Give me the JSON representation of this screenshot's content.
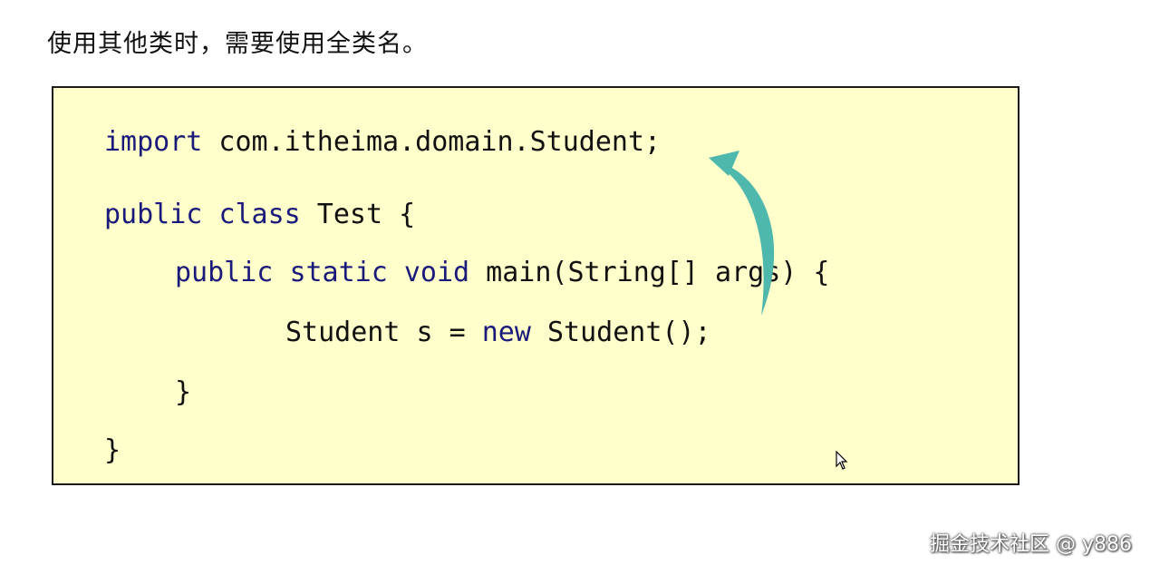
{
  "heading": "使用其他类时，需要使用全类名。",
  "code": {
    "line1": {
      "kw": "import",
      "rest": " com.itheima.domain.Student;"
    },
    "line2": {
      "kw1": "public",
      "kw2": "class",
      "rest": " Test {"
    },
    "line3": {
      "kw1": "public",
      "kw2": "static",
      "kw3": "void",
      "rest": " main(String[] args) {"
    },
    "line4": {
      "pre": "Student s = ",
      "kw": "new",
      "rest": " Student();"
    },
    "line5": "}",
    "line6": "}"
  },
  "arrow_color": "#4fb8ad",
  "keyword_color": "#1a1a7a",
  "box_background": "#ffffcc",
  "watermark": "掘金技术社区 @ y886"
}
